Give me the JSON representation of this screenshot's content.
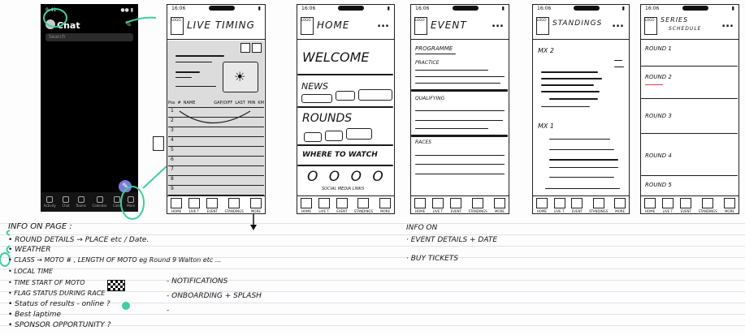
{
  "real_phone": {
    "status_time": "9:41",
    "status_icons": "●● ▮",
    "title": "Chat",
    "search_placeholder": "Search",
    "compose_icon": "compose-icon",
    "tabs": [
      "Activity",
      "Chat",
      "Teams",
      "Calendar",
      "Calls",
      "More"
    ]
  },
  "wireframes": {
    "status_time": "16:06",
    "menu": "...",
    "logo_text": "LOGO",
    "tab_labels_5": [
      "HOME",
      "LIVE T.",
      "EVENT",
      "STANDINGS",
      "MORE"
    ],
    "live_timing": {
      "title": "LIVE TIMING",
      "table_headers": [
        "Pos",
        "#",
        "NAME",
        "",
        "GAP/DIFF",
        "LAST",
        "MIN",
        "KM"
      ],
      "rows": [
        "1",
        "2",
        "3",
        "4",
        "5",
        "6",
        "7",
        "8",
        "9"
      ]
    },
    "home": {
      "title": "HOME",
      "welcome": "WELCOME",
      "news": "NEWS",
      "rounds": "ROUNDS",
      "where_to_watch": "WHERE TO WATCH",
      "social_circles": "O O O O",
      "social_label": "SOCIAL MEDIA LINKS"
    },
    "event": {
      "title": "EVENT",
      "programme": "PROGRAMME",
      "practice": "PRACTICE",
      "qualifying": "QUALIFYING",
      "races": "RACES"
    },
    "standings": {
      "title": "STANDINGS",
      "mx2": "MX 2",
      "mx1": "MX 1"
    },
    "series": {
      "title": "SERIES",
      "subtitle": "SCHEDULE",
      "rounds": [
        "ROUND 1",
        "ROUND 2",
        "ROUND 3",
        "ROUND 4",
        "ROUND 5"
      ]
    }
  },
  "notes_left": {
    "heading": "INFO ON PAGE :",
    "items": [
      "• ROUND DETAILS → PLACE etc / Date.",
      "• WEATHER",
      "• CLASS → MOTO # , LENGTH OF MOTO eg Round 9  Walton etc ...",
      "• LOCAL TIME",
      "• TIME START OF MOTO",
      "• FLAG STATUS DURING RACE",
      "• Status of results - online ?",
      "• Best laptime",
      "• SPONSOR OPPORTUNITY ?"
    ],
    "side": [
      "- NOTIFICATIONS",
      "- ONBOARDING + SPLASH",
      "-"
    ]
  },
  "notes_mid": {
    "heading": "INFO ON",
    "items": [
      "· EVENT DETAILS + DATE",
      "· BUY TICKETS"
    ]
  },
  "accent_color": "#3ecf9a"
}
